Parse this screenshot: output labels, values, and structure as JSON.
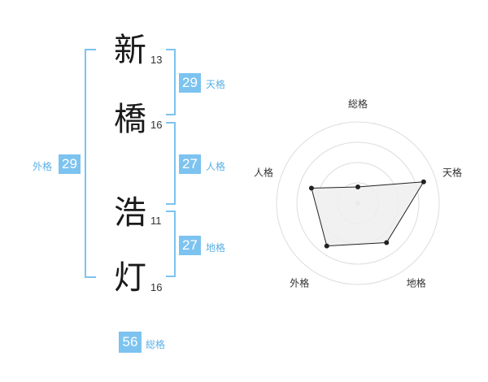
{
  "name": {
    "chars": [
      {
        "char": "新",
        "strokes": "13"
      },
      {
        "char": "橋",
        "strokes": "16"
      },
      {
        "char": "浩",
        "strokes": "11"
      },
      {
        "char": "灯",
        "strokes": "16"
      }
    ]
  },
  "fortunes": {
    "tenkaku": {
      "value": "29",
      "label": "天格"
    },
    "jinkaku": {
      "value": "27",
      "label": "人格"
    },
    "chikaku": {
      "value": "27",
      "label": "地格"
    },
    "gaikaku": {
      "value": "29",
      "label": "外格"
    },
    "soukaku": {
      "value": "56",
      "label": "総格"
    }
  },
  "radar": {
    "axes": [
      "総格",
      "天格",
      "地格",
      "外格",
      "人格"
    ],
    "values": [
      0.2,
      0.85,
      0.6,
      0.65,
      0.6
    ],
    "rings": 4,
    "fill_color": "#efefef",
    "line_color": "#222222",
    "grid_color": "#dddddd"
  }
}
